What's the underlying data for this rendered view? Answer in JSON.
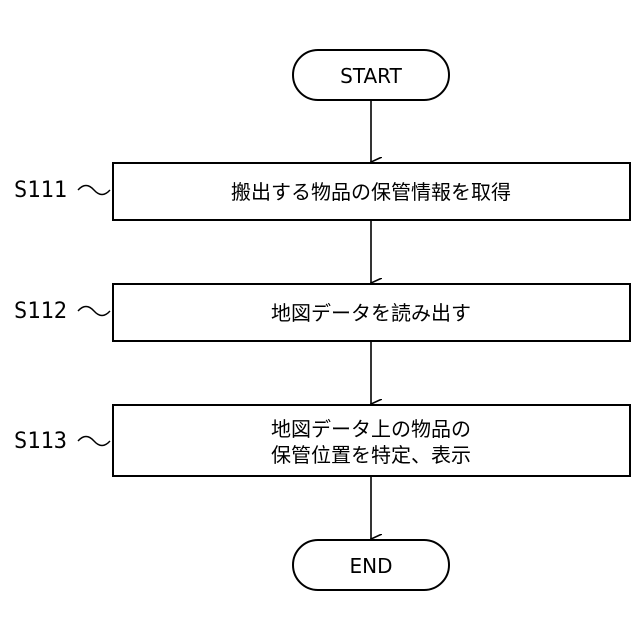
{
  "flowchart": {
    "start": "START",
    "end": "END",
    "steps": [
      {
        "id": "S111",
        "lines": [
          "搬出する物品の保管情報を取得"
        ]
      },
      {
        "id": "S112",
        "lines": [
          "地図データを読み出す"
        ]
      },
      {
        "id": "S113",
        "lines": [
          "地図データ上の物品の",
          "保管位置を特定、表示"
        ]
      }
    ]
  }
}
